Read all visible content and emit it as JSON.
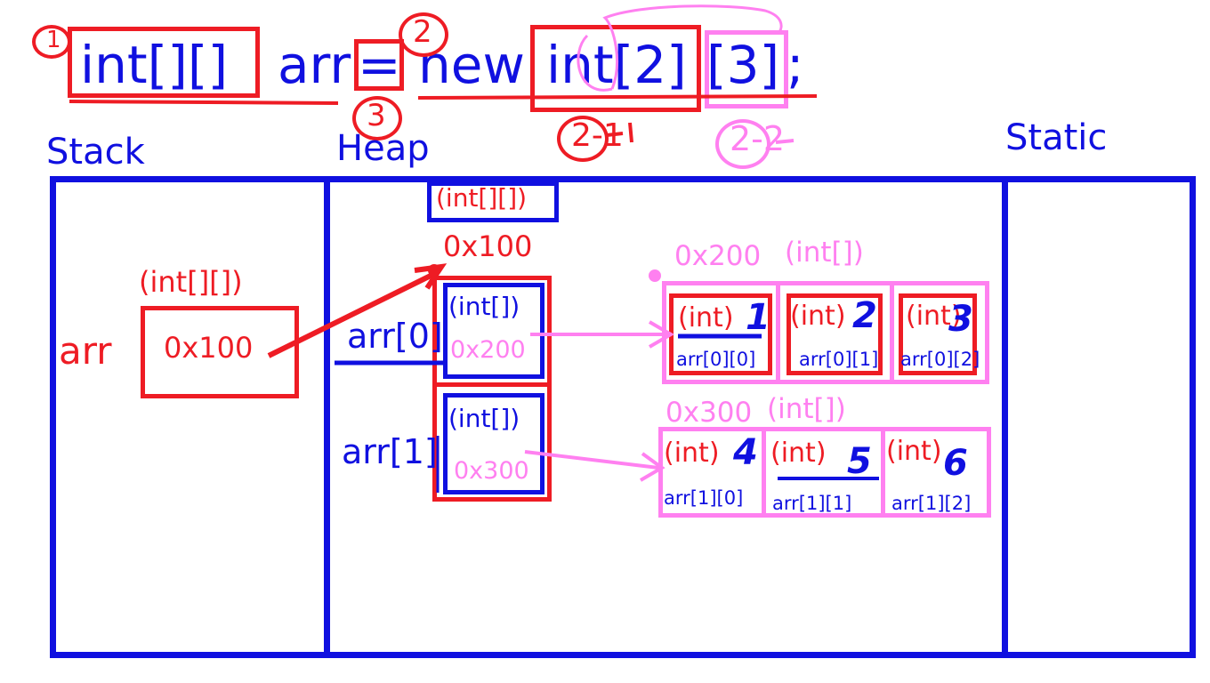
{
  "code": {
    "type_decl": "int[][]",
    "var_name": "arr",
    "assign": "=",
    "new_kw": "new",
    "alloc_outer": "int[2]",
    "alloc_inner": "[3]",
    "semicolon": ";"
  },
  "steps": {
    "s1": "1",
    "s2": "2",
    "s3": "3",
    "s2_1": "2-1",
    "s2_2": "2-2"
  },
  "regions": {
    "stack": "Stack",
    "heap": "Heap",
    "static": "Static"
  },
  "stack": {
    "var_label": "arr",
    "type": "(int[][])",
    "value": "0x100"
  },
  "heap": {
    "outer": {
      "type": "(int[][])",
      "address": "0x100",
      "slots": [
        {
          "label": "arr[0]",
          "type": "(int[])",
          "value": "0x200"
        },
        {
          "label": "arr[1]",
          "type": "(int[])",
          "value": "0x300"
        }
      ]
    },
    "row0": {
      "address": "0x200",
      "type": "(int[])",
      "cells": [
        {
          "type": "(int)",
          "value": "1",
          "index": "arr[0][0]"
        },
        {
          "type": "(int)",
          "value": "2",
          "index": "arr[0][1]"
        },
        {
          "type": "(int)",
          "value": "3",
          "index": "arr[0][2]"
        }
      ]
    },
    "row1": {
      "address": "0x300",
      "type": "(int[])",
      "cells": [
        {
          "type": "(int)",
          "value": "4",
          "index": "arr[1][0]"
        },
        {
          "type": "(int)",
          "value": "5",
          "index": "arr[1][1]"
        },
        {
          "type": "(int)",
          "value": "6",
          "index": "arr[1][2]"
        }
      ]
    }
  },
  "colors": {
    "blue": "#1010e0",
    "red": "#ee1c24",
    "pink": "#ff80f0"
  }
}
